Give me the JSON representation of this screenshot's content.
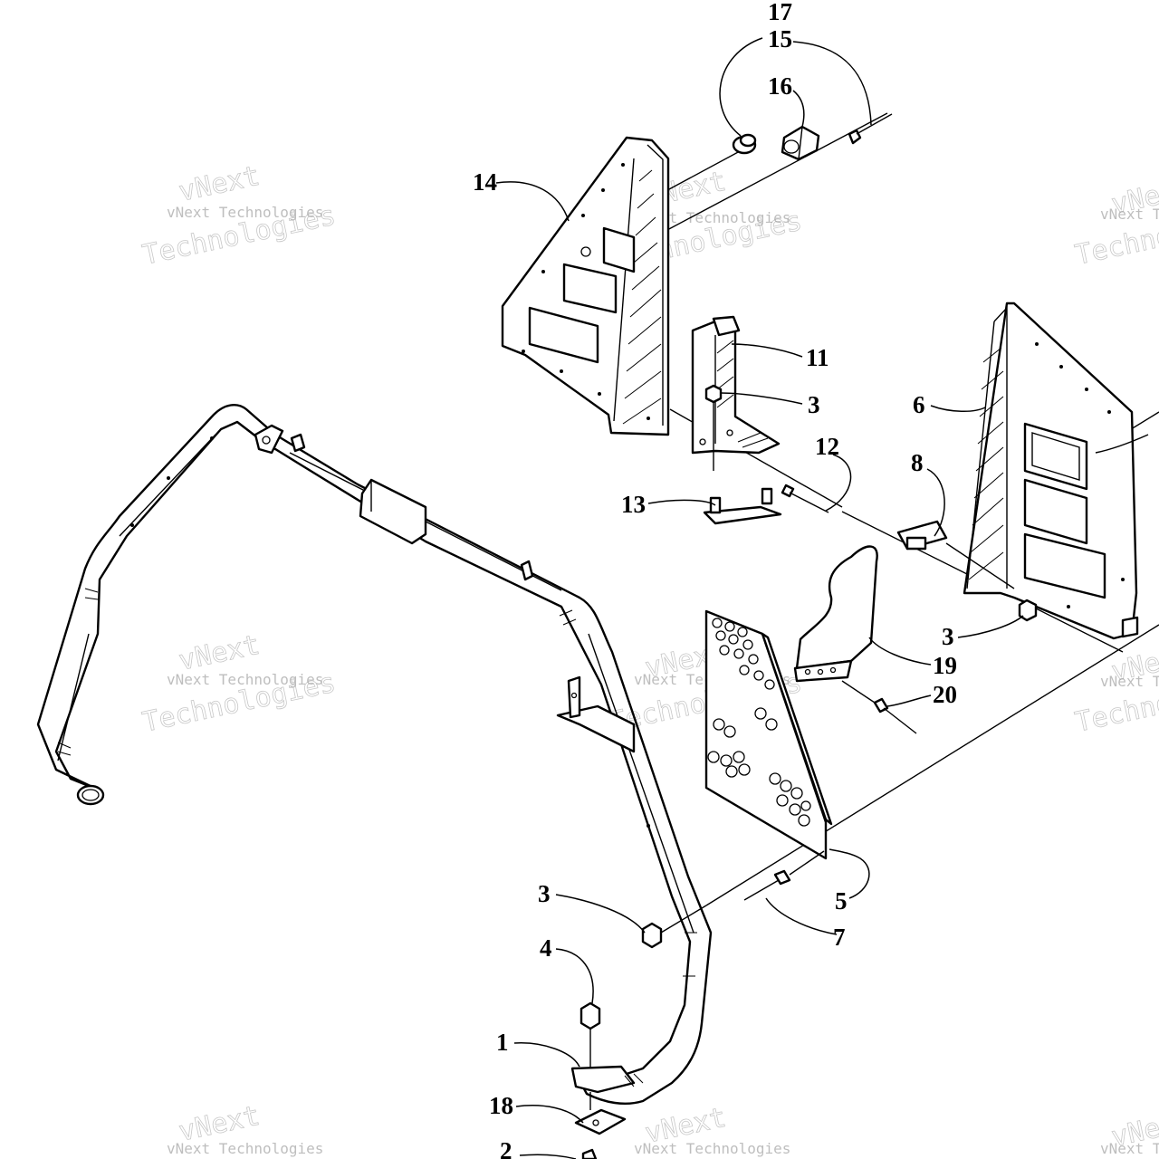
{
  "diagram": {
    "type": "exploded-parts-diagram",
    "callouts": [
      {
        "id": "c17",
        "label": "17"
      },
      {
        "id": "c15",
        "label": "15"
      },
      {
        "id": "c16",
        "label": "16"
      },
      {
        "id": "c14",
        "label": "14"
      },
      {
        "id": "c11",
        "label": "11"
      },
      {
        "id": "c3a",
        "label": "3"
      },
      {
        "id": "c12",
        "label": "12"
      },
      {
        "id": "c13",
        "label": "13"
      },
      {
        "id": "c6",
        "label": "6"
      },
      {
        "id": "c8",
        "label": "8"
      },
      {
        "id": "c3b",
        "label": "3"
      },
      {
        "id": "c19",
        "label": "19"
      },
      {
        "id": "c20",
        "label": "20"
      },
      {
        "id": "c3c",
        "label": "3"
      },
      {
        "id": "c5",
        "label": "5"
      },
      {
        "id": "c7",
        "label": "7"
      },
      {
        "id": "c4",
        "label": "4"
      },
      {
        "id": "c1",
        "label": "1"
      },
      {
        "id": "c18",
        "label": "18"
      },
      {
        "id": "c2",
        "label": "2"
      }
    ]
  },
  "watermark": {
    "brand": "vNext",
    "line": "vNext Technologies",
    "word": "Technologies"
  }
}
